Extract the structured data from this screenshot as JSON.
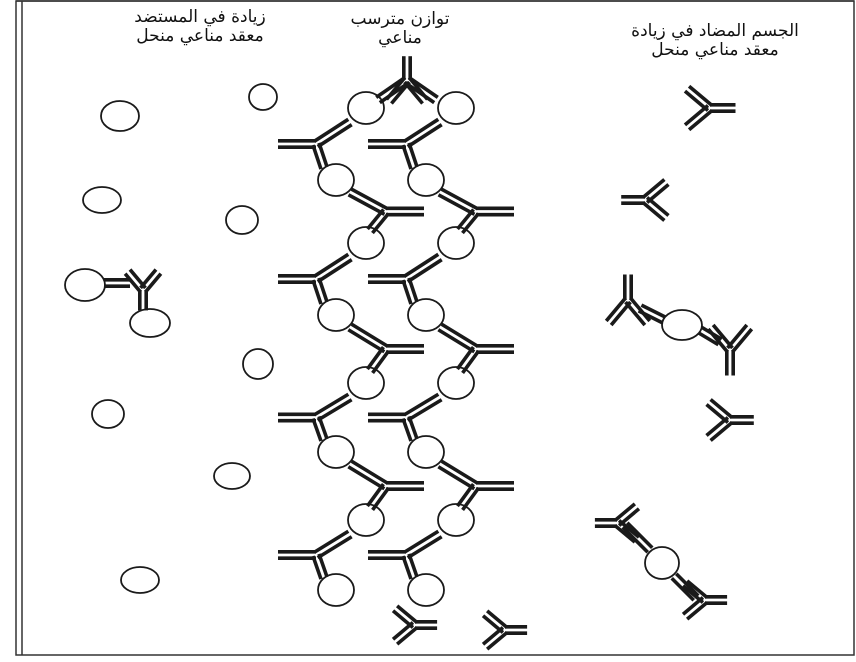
{
  "columns": {
    "antigen_excess": {
      "line1": "زيادة في المستضد",
      "line2": "معقد مناعي منحل"
    },
    "equivalence": {
      "line1": "توازن مترسب",
      "line2": "مناعي"
    },
    "antibody_excess": {
      "line1": "الجسم المضاد في زيادة",
      "line2": "معقد مناعي منحل"
    }
  },
  "colors": {
    "ink": "#1a1a1a",
    "border": "#333333",
    "background": "#ffffff"
  },
  "legend_items": {
    "antibody": "y-shaped-antibody-icon",
    "antigen": "circle-antigen-icon"
  }
}
